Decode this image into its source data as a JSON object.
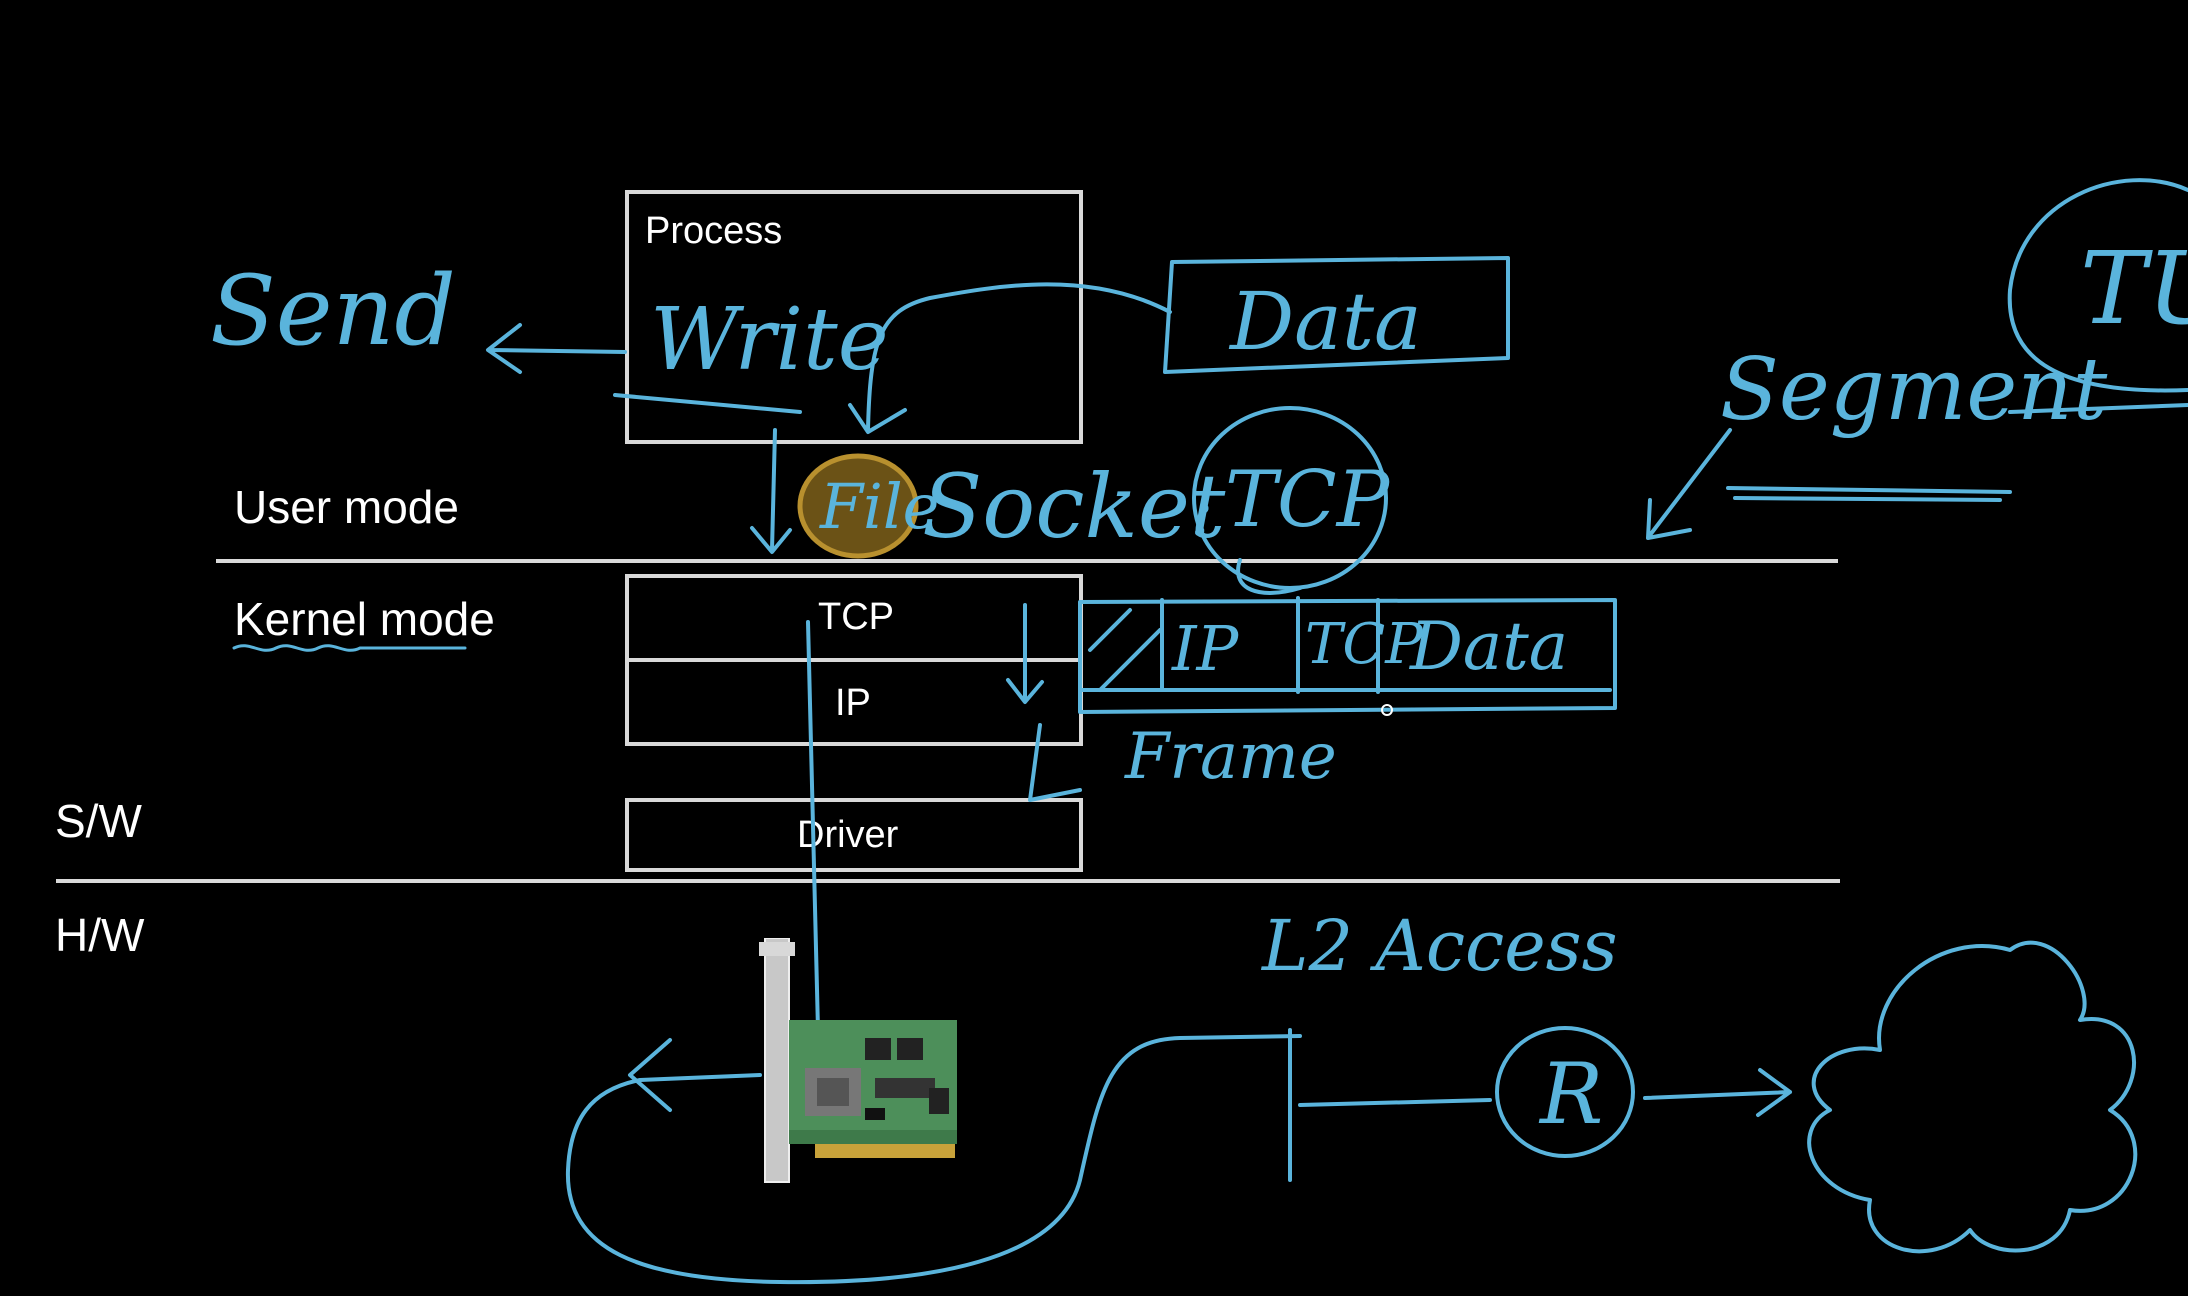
{
  "layers": {
    "user_mode": "User mode",
    "kernel_mode": "Kernel mode",
    "sw": "S/W",
    "hw": "H/W"
  },
  "boxes": {
    "process": "Process",
    "tcp": "TCP",
    "ip": "IP",
    "driver": "Driver"
  },
  "annotations": {
    "send": "Send",
    "write": "Write",
    "data": "Data",
    "file": "File",
    "socket": "Socket",
    "tcp_circle": "TCP",
    "segment": "Segment",
    "frame_ip": "IP",
    "frame_tcp": "TCP",
    "frame_data": "Data",
    "frame": "Frame",
    "l2_access": "L2 Access",
    "router": "R",
    "tu_partial": "TU"
  },
  "colors": {
    "background": "#000000",
    "box_stroke": "#d9d9d9",
    "ink": "#5ab4dc",
    "highlight": "#b8902e"
  }
}
